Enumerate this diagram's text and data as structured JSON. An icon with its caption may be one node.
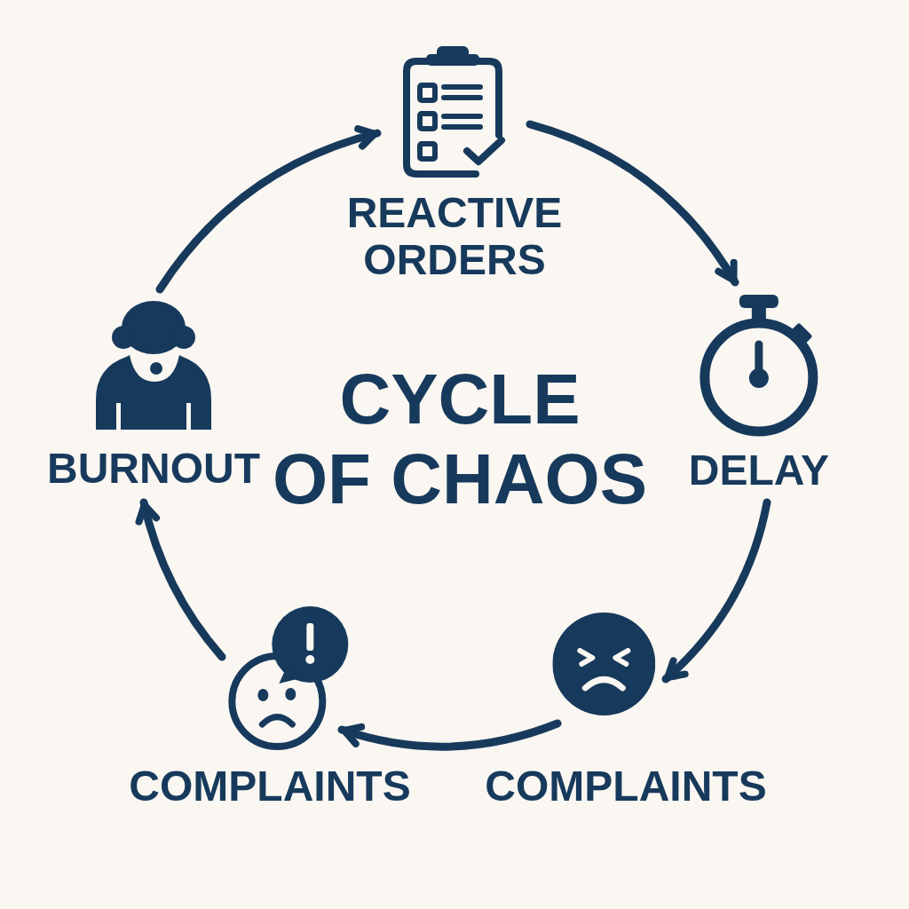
{
  "diagram": {
    "title": "CYCLE OF CHAOS",
    "nodes": [
      {
        "text": [
          "REACTIVE ORDERS"
        ]
      },
      {
        "text": [
          "DELAY"
        ]
      },
      {
        "text": [
          "COMPLAINTS"
        ]
      },
      {
        "text": [
          "COMPLAINTS"
        ]
      },
      {
        "text": [
          "BURNOUT"
        ]
      }
    ],
    "edges": [
      {
        "from": 0,
        "to": 1,
        "arrow": "to"
      },
      {
        "from": 1,
        "to": 2,
        "arrow": "to"
      },
      {
        "from": 2,
        "to": 3,
        "arrow": "to"
      },
      {
        "from": 3,
        "to": 4,
        "arrow": "to"
      },
      {
        "from": 4,
        "to": 0,
        "arrow": "to"
      }
    ]
  }
}
